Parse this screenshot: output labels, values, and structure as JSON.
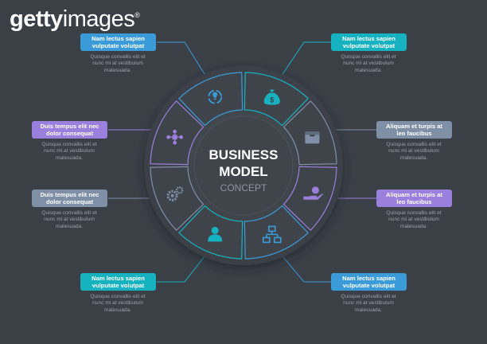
{
  "watermark": {
    "bold": "getty",
    "regular": "images",
    "mark": "®"
  },
  "center": {
    "line1": "BUSINESS",
    "line2": "MODEL",
    "line3": "CONCEPT"
  },
  "colors": {
    "background": "#3b4047",
    "blue": "#3b9bd8",
    "teal": "#17b2bf",
    "slate": "#7f8fa6",
    "purple": "#9b7fdc"
  },
  "items": [
    {
      "title": "Nam lectus sapien\nvulputate volutpat",
      "desc": "Quisque convallis elit et\nnunc mi at vestibulum\nmalesuada.",
      "color": "#3b9bd8",
      "icon": "refresh-bulb-icon"
    },
    {
      "title": "Nam lectus sapien\nvulputate volutpat",
      "desc": "Quisque convallis elit et\nnunc mi at vestibulum\nmalesuada.",
      "color": "#17b2bf",
      "icon": "money-bag-icon"
    },
    {
      "title": "Aliquam et turpis at\nleo faucibus",
      "desc": "Quisque convallis elit et\nnunc mi at vestibulum\nmalesuada.",
      "color": "#7f8fa6",
      "icon": "box-icon"
    },
    {
      "title": "Aliquam et turpis at\nleo faucibus",
      "desc": "Quisque convallis elit et\nnunc mi at vestibulum\nmalesuada.",
      "color": "#9b7fdc",
      "icon": "hand-money-icon"
    },
    {
      "title": "Nam lectus sapien\nvulputate volutpat",
      "desc": "Quisque convallis elit et\nnunc mi at vestibulum\nmalesuada.",
      "color": "#3b9bd8",
      "icon": "network-icon"
    },
    {
      "title": "Nam lectus sapien\nvulputate volutpat",
      "desc": "Quisque convallis elit et\nnunc mi at vestibulum\nmalesuada.",
      "color": "#17b2bf",
      "icon": "person-icon"
    },
    {
      "title": "Duis tempus elit nec\ndolor consequat",
      "desc": "Quisque convallis elit et\nnunc mi at vestibulum\nmalesuada.",
      "color": "#7f8fa6",
      "icon": "gears-icon"
    },
    {
      "title": "Duis tempus elit nec\ndolor consequat",
      "desc": "Quisque convallis elit et\nnunc mi at vestibulum\nmalesuada.",
      "color": "#9b7fdc",
      "icon": "flow-icon"
    }
  ]
}
